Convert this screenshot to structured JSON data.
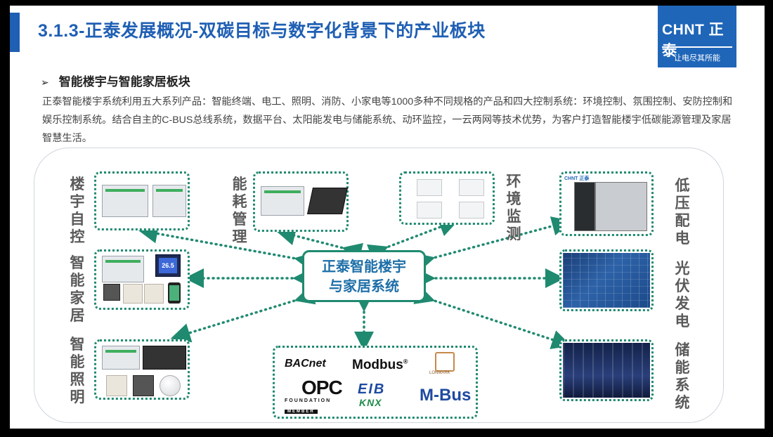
{
  "header": {
    "title": "3.1.3-正泰发展概况-双碳目标与数字化背景下的产业板块",
    "logo_text": "CHNT 正泰",
    "logo_slogan": "让电尽其所能"
  },
  "section": {
    "bullet": "➢",
    "heading": "智能楼宇与智能家居板块",
    "paragraph": "正泰智能楼宇系统利用五大系列产品：智能终端、电工、照明、消防、小家电等1000多种不同规格的产品和四大控制系统：环境控制、氛围控制、安防控制和娱乐控制系统。结合自主的C-BUS总线系统，数据平台、太阳能发电与储能系统、动环监控，一云两网等技术优势，为客户打造智能楼宇低碳能源管理及家居智慧生活。"
  },
  "diagram": {
    "center_line1": "正泰智能楼宇",
    "center_line2": "与家居系统",
    "labels": {
      "building_auto": "楼宇自控",
      "smart_home": "智能家居",
      "smart_lighting": "智能照明",
      "energy_mgmt": "能耗管理",
      "env_monitor": "环境监测",
      "low_voltage": "低压配电",
      "pv": "光伏发电",
      "storage": "储能系统"
    },
    "panel_screen_value": "26.5",
    "cabinet_logo": "CHNT 正泰",
    "protocols": {
      "bacnet": "BACnet",
      "modbus": "Modbus",
      "modbus_mark": "®",
      "opc": "OPC",
      "opc_sub1": "FOUNDATION",
      "opc_sub2": "MEMBER",
      "eib": "EIB",
      "knx": "KNX",
      "mbus": "M-Bus",
      "lonmark": "LONMARK"
    }
  },
  "colors": {
    "title_blue": "#1f5fb4",
    "accent_green": "#1f8a70",
    "center_text": "#1e6fa8"
  }
}
